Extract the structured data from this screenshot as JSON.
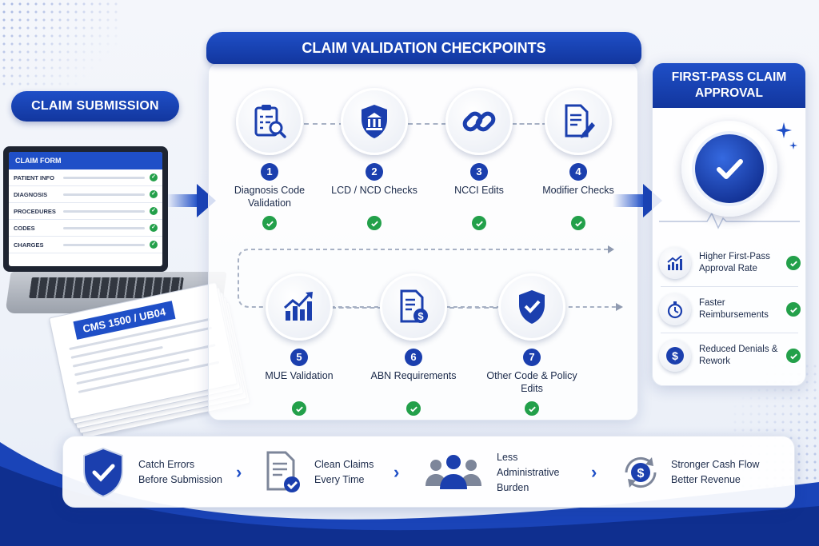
{
  "submission": {
    "pill_label": "CLAIM SUBMISSION",
    "form_title": "CLAIM FORM",
    "form_rows": [
      "PATIENT INFO",
      "DIAGNOSIS",
      "PROCEDURES",
      "CODES",
      "CHARGES"
    ],
    "paper_title": "CMS 1500 / UB04"
  },
  "checkpoints": {
    "title": "CLAIM VALIDATION CHECKPOINTS",
    "steps": [
      {
        "num": "1",
        "label": "Diagnosis Code Validation",
        "icon": "clipboard-search-icon"
      },
      {
        "num": "2",
        "label": "LCD / NCD Checks",
        "icon": "shield-building-icon"
      },
      {
        "num": "3",
        "label": "NCCI Edits",
        "icon": "chain-link-icon"
      },
      {
        "num": "4",
        "label": "Modifier Checks",
        "icon": "document-pen-icon"
      },
      {
        "num": "5",
        "label": "MUE Validation",
        "icon": "growth-chart-icon"
      },
      {
        "num": "6",
        "label": "ABN Requirements",
        "icon": "document-dollar-icon"
      },
      {
        "num": "7",
        "label": "Other Code & Policy Edits",
        "icon": "shield-check-icon"
      }
    ]
  },
  "approval": {
    "title": "FIRST-PASS CLAIM APPROVAL",
    "benefits": [
      {
        "label": "Higher First-Pass Approval Rate",
        "icon": "bar-chart-icon"
      },
      {
        "label": "Faster Reimbursements",
        "icon": "stopwatch-icon"
      },
      {
        "label": "Reduced Denials & Rework",
        "icon": "dollar-icon"
      }
    ]
  },
  "outcomes": [
    {
      "label": "Catch Errors Before Submission",
      "icon": "shield-check-icon"
    },
    {
      "label": "Clean Claims Every Time",
      "icon": "document-check-icon"
    },
    {
      "label": "Less Administrative Burden",
      "icon": "people-icon"
    },
    {
      "label": "Stronger Cash Flow Better Revenue",
      "icon": "dollar-cycle-icon"
    }
  ],
  "colors": {
    "primary": "#1f4fc7",
    "dark": "#12369e",
    "success": "#23a04a"
  }
}
